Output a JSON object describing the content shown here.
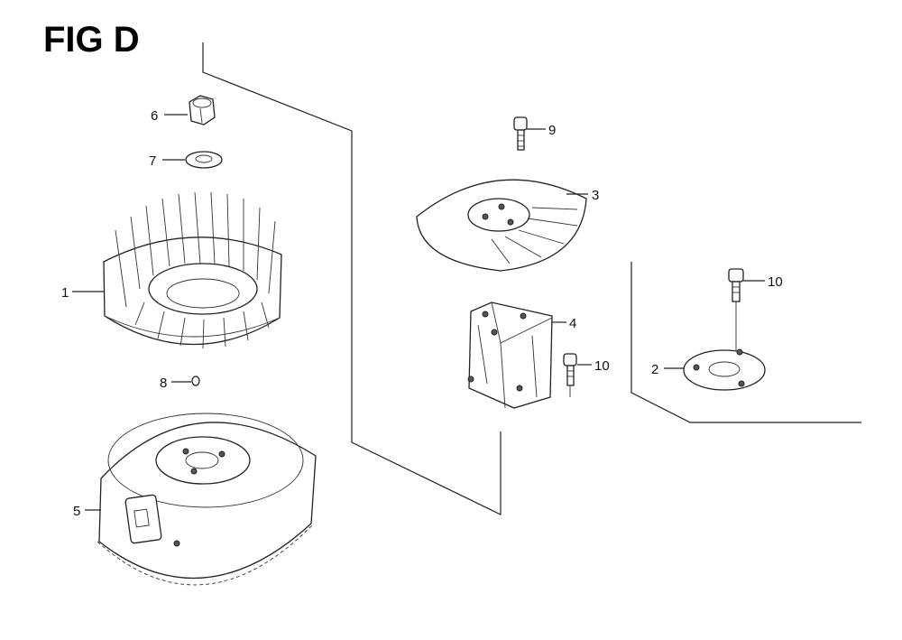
{
  "title": "FIG D",
  "callouts": {
    "p1": "1",
    "p2": "2",
    "p3": "3",
    "p4": "4",
    "p5": "5",
    "p6": "6",
    "p7": "7",
    "p8": "8",
    "p9": "9",
    "p10a": "10",
    "p10b": "10"
  }
}
